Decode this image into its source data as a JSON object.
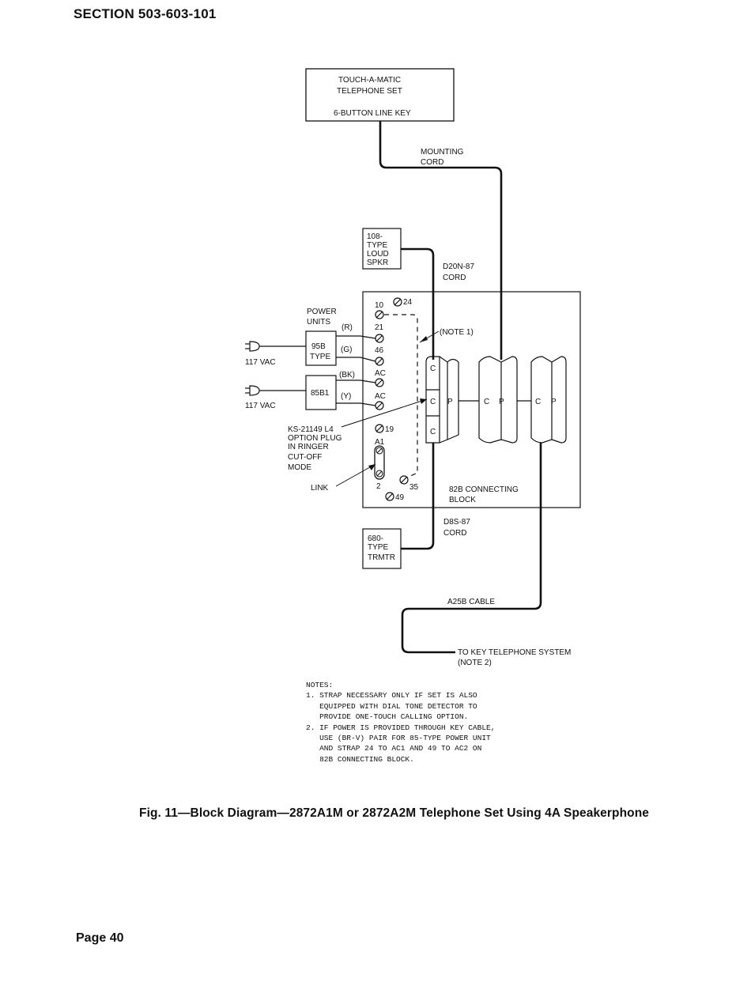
{
  "header": {
    "section": "SECTION 503-603-101"
  },
  "footer": {
    "page": "Page 40"
  },
  "caption": "Fig. 11—Block Diagram—2872A1M or 2872A2M Telephone Set Using 4A Speakerphone",
  "diagram": {
    "telephone_set": [
      "TOUCH-A-MATIC",
      "TELEPHONE SET",
      "6-BUTTON LINE KEY"
    ],
    "mounting_cord": [
      "MOUNTING",
      "CORD"
    ],
    "loud_speaker": [
      "108-",
      "TYPE",
      "LOUD",
      "SPKR"
    ],
    "d20n_cord": [
      "D20N-87",
      "CORD"
    ],
    "power_units": [
      "POWER",
      "UNITS"
    ],
    "unit_95b": [
      "95B",
      "TYPE"
    ],
    "unit_85b1": "85B1",
    "vac_label": "117 VAC",
    "wires": {
      "r": "(R)",
      "g": "(G)",
      "bk": "(BK)",
      "y": "(Y)"
    },
    "terminals": {
      "t10": "10",
      "t24": "24",
      "t21": "21",
      "t46": "46",
      "ac": "AC",
      "t19": "19",
      "a1": "A1",
      "t2": "2",
      "t35": "35",
      "t49": "49"
    },
    "note1": "(NOTE 1)",
    "connector_c": "C",
    "connector_p": "P",
    "option_plug": [
      "KS-21149 L4",
      "OPTION PLUG",
      "IN RINGER",
      "CUT-OFF",
      "MODE"
    ],
    "link": "LINK",
    "connecting_block": [
      "82B CONNECTING",
      "BLOCK"
    ],
    "d8s_cord": [
      "D8S-87",
      "CORD"
    ],
    "transmitter": [
      "680-",
      "TYPE",
      "TRMTR"
    ],
    "cable": "A25B CABLE",
    "to_system": [
      "TO KEY TELEPHONE SYSTEM",
      "(NOTE 2)"
    ]
  },
  "notes": {
    "title": "NOTES:",
    "n1": [
      "1. STRAP NECESSARY ONLY IF SET IS ALSO",
      "   EQUIPPED WITH DIAL TONE DETECTOR TO",
      "   PROVIDE ONE-TOUCH CALLING OPTION."
    ],
    "n2": [
      "2. IF POWER IS PROVIDED THROUGH KEY CABLE,",
      "   USE (BR-V) PAIR FOR 85-TYPE POWER UNIT",
      "   AND STRAP 24 TO AC1 AND 49 TO AC2 ON",
      "   82B CONNECTING BLOCK."
    ]
  }
}
